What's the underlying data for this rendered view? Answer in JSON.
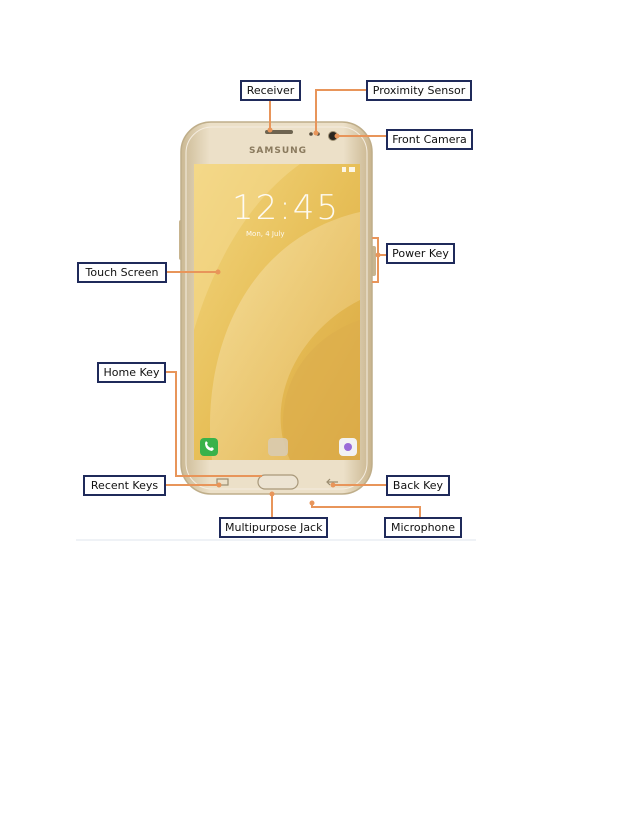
{
  "labels": {
    "receiver": "Receiver",
    "proximity_sensor": "Proximity Sensor",
    "front_camera": "Front Camera",
    "power_key": "Power Key",
    "touch_screen": "Touch Screen",
    "home_key": "Home Key",
    "recent_keys": "Recent Keys",
    "back_key": "Back Key",
    "multipurpose_jack": "Multipurpose Jack",
    "microphone": "Microphone"
  },
  "phone": {
    "brand": "SAMSUNG",
    "clock_time": "12:45",
    "clock_date": "Mon, 4 July"
  },
  "colors": {
    "leader": "#e8955a",
    "callout_border": "#1f2a5a",
    "phone_body": "#e3d3b4",
    "screen_gold": "#e9c25e"
  }
}
